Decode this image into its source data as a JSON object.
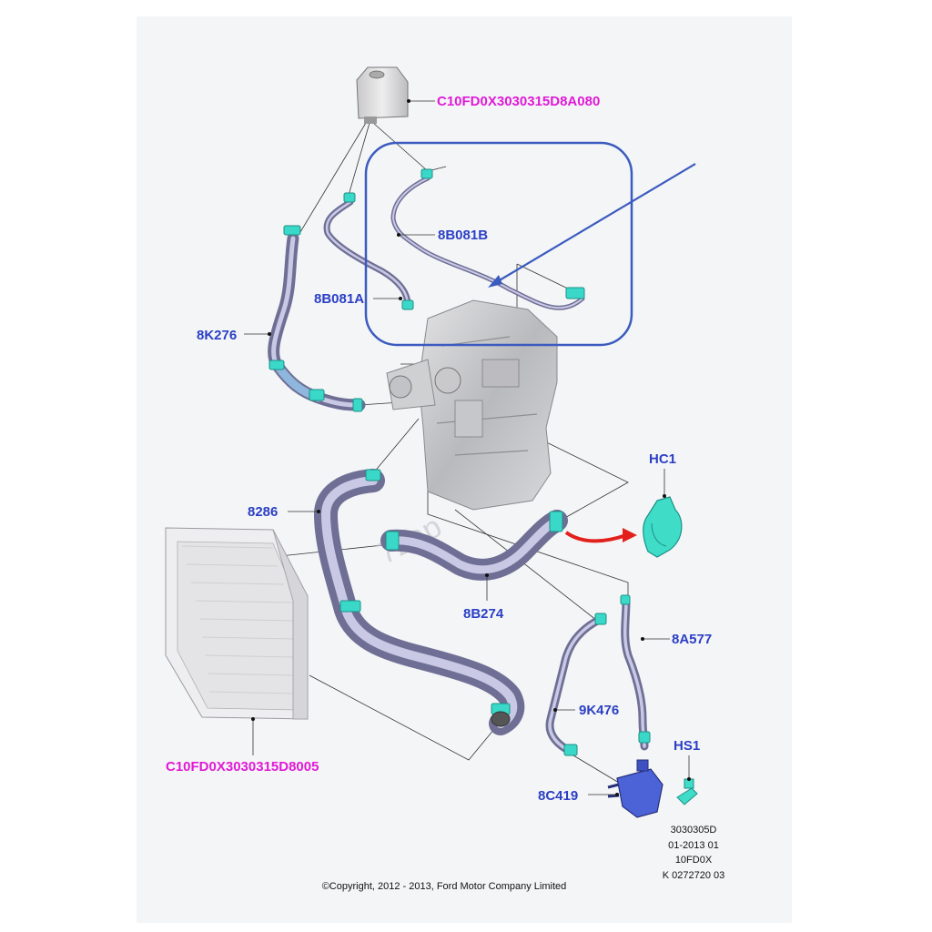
{
  "labels": {
    "reservoir": "C10FD0X3030315D8A080",
    "hose_8b081b": "8B081B",
    "hose_8b081a": "8B081A",
    "hose_8k276": "8K276",
    "hose_8286": "8286",
    "hose_8b274": "8B274",
    "clip_hc1": "HC1",
    "hose_8a577": "8A577",
    "hose_9k476": "9K476",
    "screw_hs1": "HS1",
    "valve_8c419": "8C419",
    "radiator": "C10FD0X3030315D8005"
  },
  "ref_block": {
    "line1": "3030305D",
    "line2": "01-2013 01",
    "line3": "10FD0X",
    "line4": "K 0272720 03"
  },
  "copyright": "©Copyright, 2012 - 2013, Ford Motor Company Limited",
  "watermark": "7zap",
  "colors": {
    "label_blue": "#2b3fc4",
    "label_magenta": "#e01ad6",
    "highlight_box": "#3b5bbf",
    "arrow_red": "#e3211c",
    "clamp_cyan": "#39d8c8",
    "hose_purple": "#8a8ab8"
  }
}
